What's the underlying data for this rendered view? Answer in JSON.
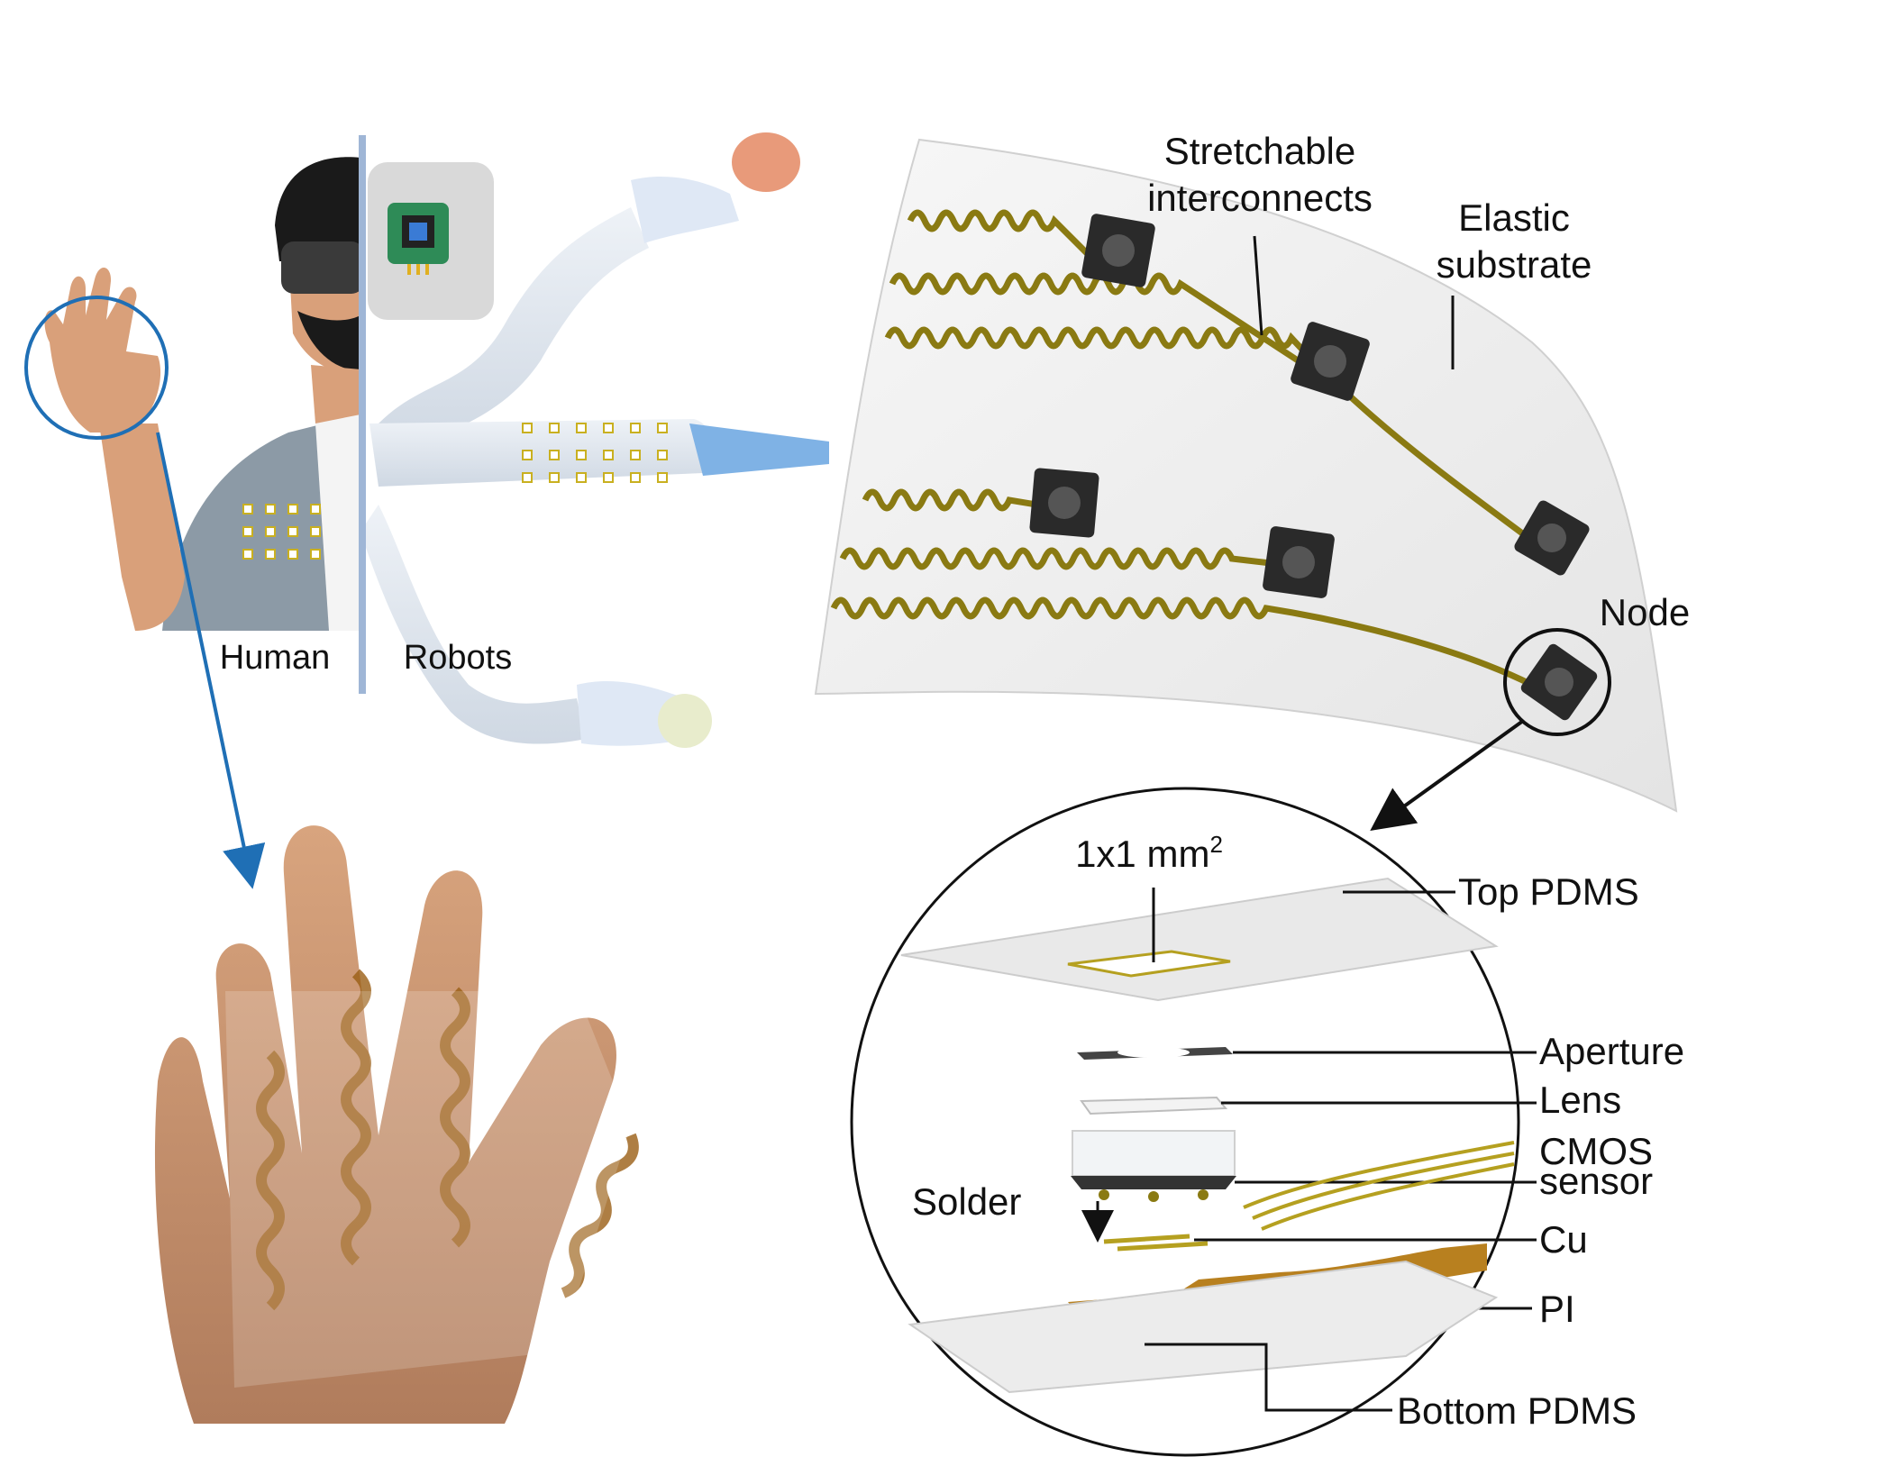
{
  "labels": {
    "human": "Human",
    "robots": "Robots",
    "stretchable_line1": "Stretchable",
    "stretchable_line2": "interconnects",
    "elastic_line1": "Elastic",
    "elastic_line2": "substrate",
    "node": "Node",
    "area_base": "1x1 mm",
    "area_sup": "2",
    "top_pdms": "Top PDMS",
    "aperture": "Aperture",
    "lens": "Lens",
    "cmos_line1": "CMOS",
    "cmos_line2": "sensor",
    "solder": "Solder",
    "cu": "Cu",
    "pi": "PI",
    "bottom_pdms": "Bottom PDMS"
  },
  "colors": {
    "accent_blue": "#1f6fb5",
    "interconnect_gold": "#8a7a12",
    "node_black": "#2a2a2a",
    "substrate": "#f0f0f0",
    "polyimide": "#b8801f",
    "skin": "#e0a47a",
    "robot": "#e6ebf2"
  },
  "icons": {
    "chip": "chip-icon",
    "vr_headset": "vr-headset-icon"
  }
}
